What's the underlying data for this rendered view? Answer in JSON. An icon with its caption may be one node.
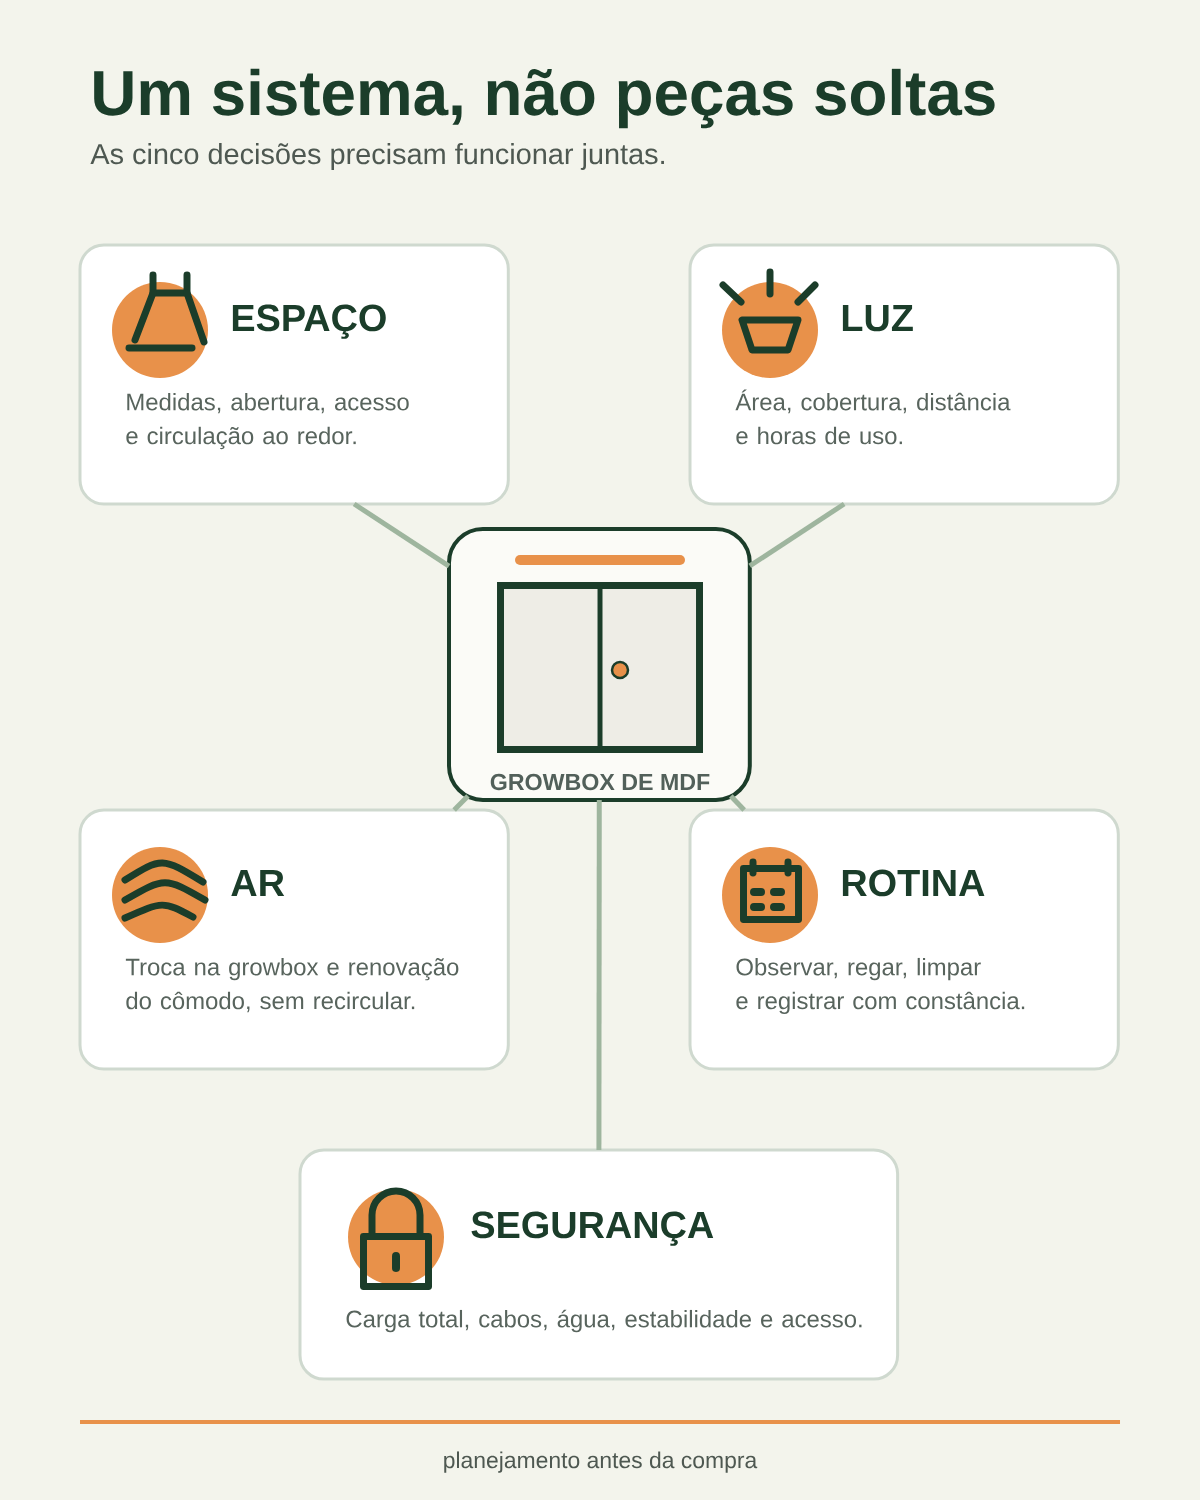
{
  "diagram": {
    "title": "Um sistema, não peças soltas",
    "nodes": [
      {
        "text": [
          "ESPAÇO",
          "Medidas, abertura, acesso e circulação ao redor."
        ]
      },
      {
        "text": [
          "LUZ",
          "Área, cobertura, distância e horas de uso."
        ]
      },
      {
        "text": [
          "GROWBOX DE MDF"
        ]
      },
      {
        "text": [
          "AR",
          "Troca na growbox e renovação do cômodo, sem recircular."
        ]
      },
      {
        "text": [
          "ROTINA",
          "Observar, regar, limpar e registrar com constância."
        ]
      },
      {
        "text": [
          "SEGURANÇA",
          "Carga total, cabos, água, estabilidade e acesso."
        ]
      }
    ],
    "edges": [
      {
        "from": 2,
        "to": 0,
        "arrow": "none"
      },
      {
        "from": 2,
        "to": 1,
        "arrow": "none"
      },
      {
        "from": 2,
        "to": 3,
        "arrow": "none"
      },
      {
        "from": 2,
        "to": 4,
        "arrow": "none"
      },
      {
        "from": 2,
        "to": 5,
        "arrow": "none"
      }
    ],
    "labels": [
      "As cinco decisões precisam funcionar juntas.",
      "planejamento antes da compra"
    ]
  }
}
